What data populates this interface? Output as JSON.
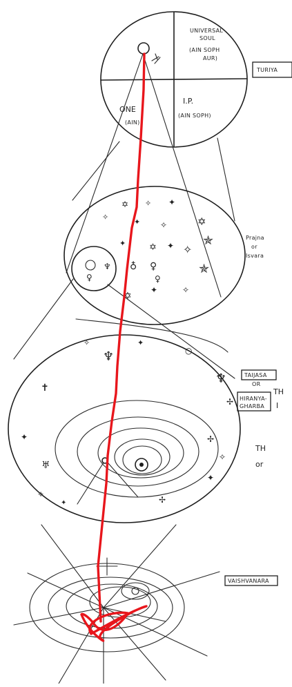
{
  "top_circle": {
    "quadrant_top_right": [
      "UNIVERSAL",
      "SOUL",
      "(AIN SOPH",
      "AUR)"
    ],
    "quadrant_bottom_left": [
      "ONE",
      "(AIN)"
    ],
    "quadrant_bottom_right": [
      "I.P.",
      "(AIN SOPH)"
    ]
  },
  "side_labels": {
    "turiya": "TURIYA",
    "prajna": [
      "Prajna",
      "or",
      "Isvara"
    ],
    "taijasa": [
      "TAIJASA",
      "OR"
    ],
    "hiranya": [
      "HIRANYA-",
      "GHARBA"
    ],
    "vaishvanara": "VAISHVANARA"
  },
  "cut_off_text": {
    "line1": "TH",
    "line2": "I",
    "line3": "TH",
    "line4": "or"
  },
  "colors": {
    "ink": "#1e1e1e",
    "path": "#e8161c",
    "paper": "#ffffff"
  }
}
